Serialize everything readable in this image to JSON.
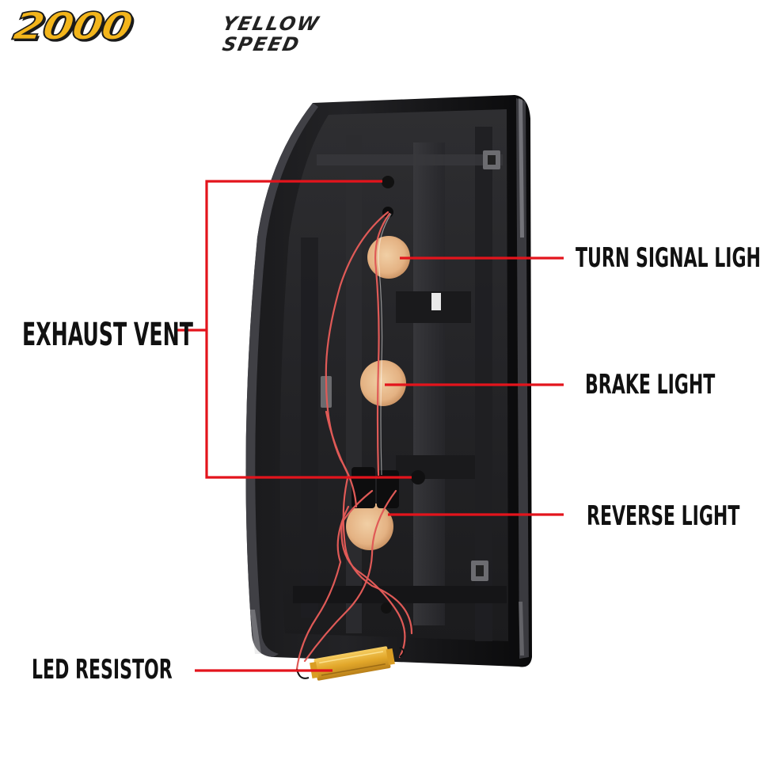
{
  "brand": {
    "number": "2000",
    "word1": "YELLOW",
    "word2": "SPEED",
    "accent_color": "#f3b51b"
  },
  "callouts": {
    "turn_signal": "TURN SIGNAL LIGHT",
    "brake": "BRAKE LIGHT",
    "reverse": "REVERSE LIGHT",
    "exhaust_vent": "EXHAUST VENT",
    "led_resistor": "LED RESISTOR"
  },
  "colors": {
    "leader_line": "#e3141c",
    "housing": "#141416",
    "bulb": "#e8b98a",
    "resistor": "#e4ab2c",
    "wire": "#e05a57"
  }
}
